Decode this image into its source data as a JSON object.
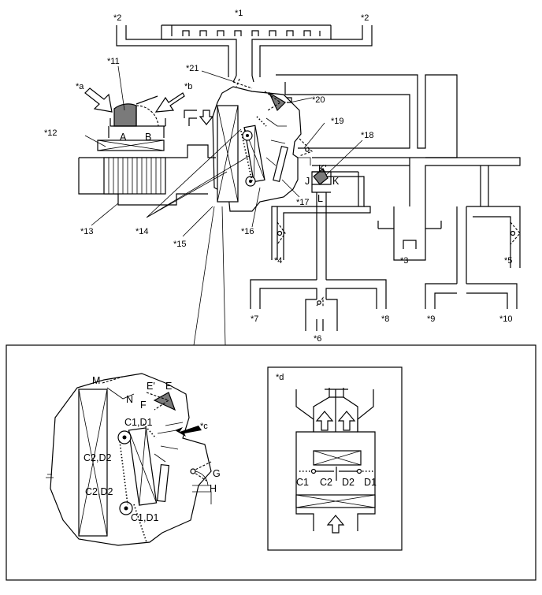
{
  "callouts": {
    "c1": "*1",
    "c2": "*2",
    "c3": "*3",
    "c4": "*4",
    "c5": "*5",
    "c6": "*6",
    "c7": "*7",
    "c8": "*8",
    "c9": "*9",
    "c10": "*10",
    "c11": "*11",
    "c12": "*12",
    "c13": "*13",
    "c14": "*14",
    "c15": "*15",
    "c16": "*16",
    "c17": "*17",
    "c18": "*18",
    "c19": "*19",
    "c20": "*20",
    "c21": "*21",
    "ca": "*a",
    "cb": "*b",
    "cc": "*c",
    "cd": "*d"
  },
  "letters": {
    "A": "A",
    "B": "B",
    "J": "J",
    "K": "K",
    "Kp": "K'",
    "L": "L",
    "M": "M",
    "N": "N",
    "E": "E",
    "Ep": "E'",
    "F": "F",
    "G": "G",
    "H": "H",
    "C1D1": "C1,D1",
    "C2D2": "C2,D2",
    "C1": "C1",
    "C2": "C2",
    "D1": "D1",
    "D2": "D2"
  },
  "colors": {
    "line": "#000000",
    "shaded": "#7a7a7a",
    "background": "#ffffff"
  }
}
